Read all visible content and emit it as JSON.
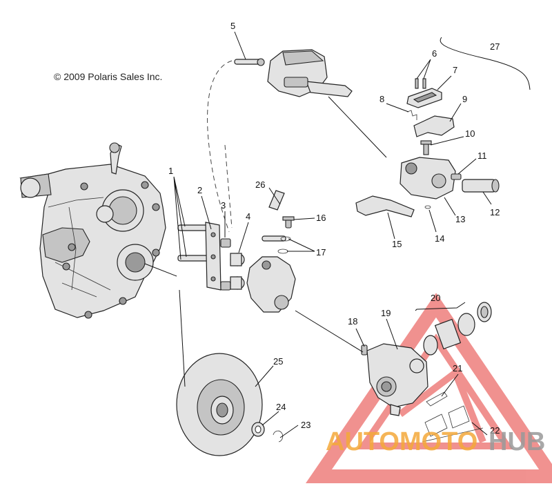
{
  "copyright": "© 2009 Polaris Sales Inc.",
  "callouts": [
    "1",
    "2",
    "3",
    "4",
    "5",
    "6",
    "7",
    "8",
    "9",
    "10",
    "11",
    "12",
    "13",
    "14",
    "15",
    "16",
    "17",
    "18",
    "19",
    "20",
    "21",
    "22",
    "23",
    "24",
    "25",
    "26",
    "27"
  ],
  "watermark": {
    "part_a": "AUTOMOTO",
    "part_b": "HUB",
    "color_a": "#f4a93a",
    "color_b": "#9a9a9a",
    "triangle_color": "#e53935"
  }
}
